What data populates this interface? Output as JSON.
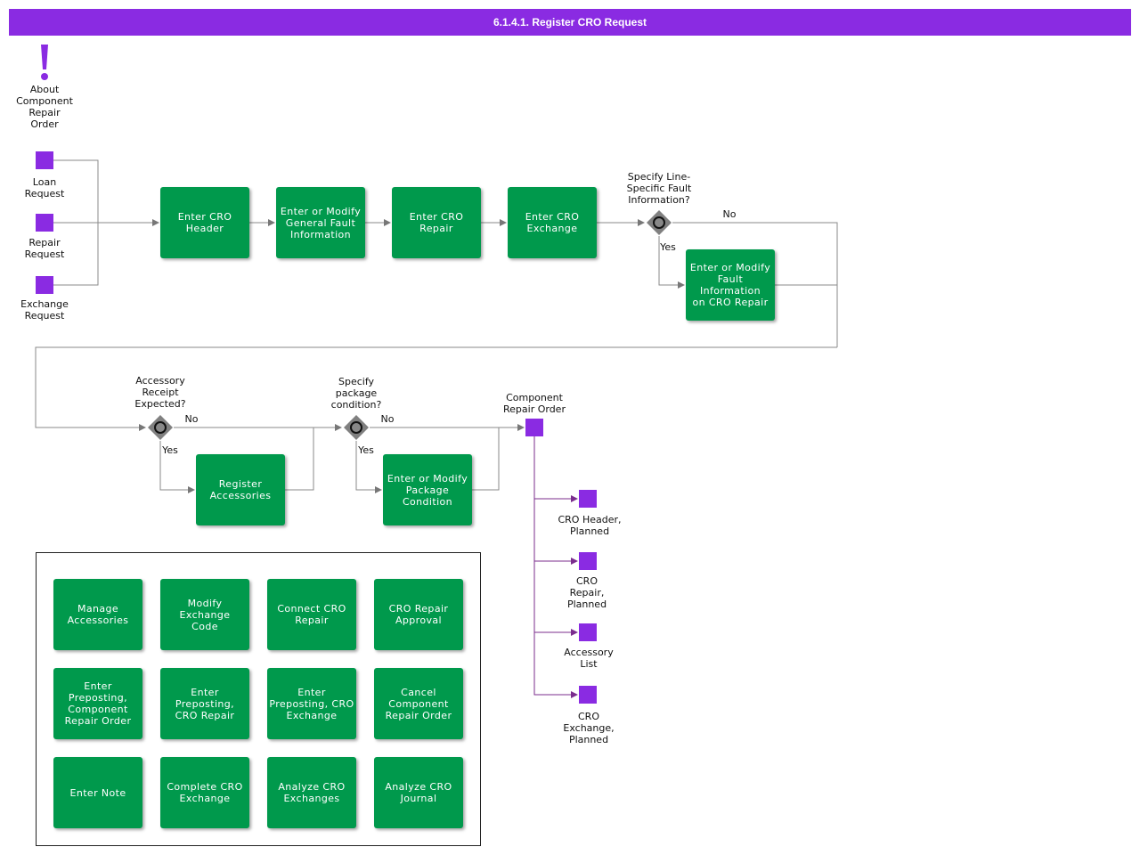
{
  "header": {
    "title": "6.1.4.1. Register CRO Request"
  },
  "about": {
    "label": "About\nComponent\nRepair\nOrder"
  },
  "triggers": {
    "loan": "Loan\nRequest",
    "repair": "Repair\nRequest",
    "exchange": "Exchange\nRequest"
  },
  "steps": {
    "enter_cro_header": "Enter CRO\nHeader",
    "enter_modify_general_fault": "Enter or Modify\nGeneral Fault\nInformation",
    "enter_cro_repair": "Enter CRO\nRepair",
    "enter_cro_exchange": "Enter CRO\nExchange",
    "enter_modify_fault_on_repair": "Enter or Modify\nFault Information\non CRO Repair",
    "register_accessories": "Register\nAccessories",
    "enter_modify_package_condition": "Enter or Modify\nPackage\nCondition"
  },
  "gateways": {
    "line_specific_fault": "Specify Line-\nSpecific Fault\nInformation?",
    "accessory_receipt": "Accessory\nReceipt\nExpected?",
    "package_condition": "Specify\npackage\ncondition?"
  },
  "branch_labels": {
    "g1_no": "No",
    "g1_yes": "Yes",
    "g2_no": "No",
    "g2_yes": "Yes",
    "g3_no": "No",
    "g3_yes": "Yes"
  },
  "result": {
    "label": "Component\nRepair Order"
  },
  "outputs": {
    "cro_header_planned": "CRO Header,\nPlanned",
    "cro_repair_planned": "CRO\nRepair,\nPlanned",
    "accessory_list": "Accessory\nList",
    "cro_exchange_planned": "CRO\nExchange,\nPlanned"
  },
  "additional_activities": {
    "items": [
      "Manage\nAccessories",
      "Modify Exchange\nCode",
      "Connect CRO\nRepair",
      "CRO Repair\nApproval",
      "Enter\nPreposting,\nComponent\nRepair Order",
      "Enter\nPreposting,\nCRO Repair",
      "Enter\nPreposting, CRO\nExchange",
      "Cancel\nComponent\nRepair Order",
      "Enter Note",
      "Complete CRO\nExchange",
      "Analyze CRO\nExchanges",
      "Analyze CRO\nJournal"
    ]
  },
  "colors": {
    "title_bar": "#8a2be2",
    "activity": "#00994c",
    "event": "#8a2be2",
    "gateway": "#808080",
    "output_link": "#7b2d8e"
  }
}
